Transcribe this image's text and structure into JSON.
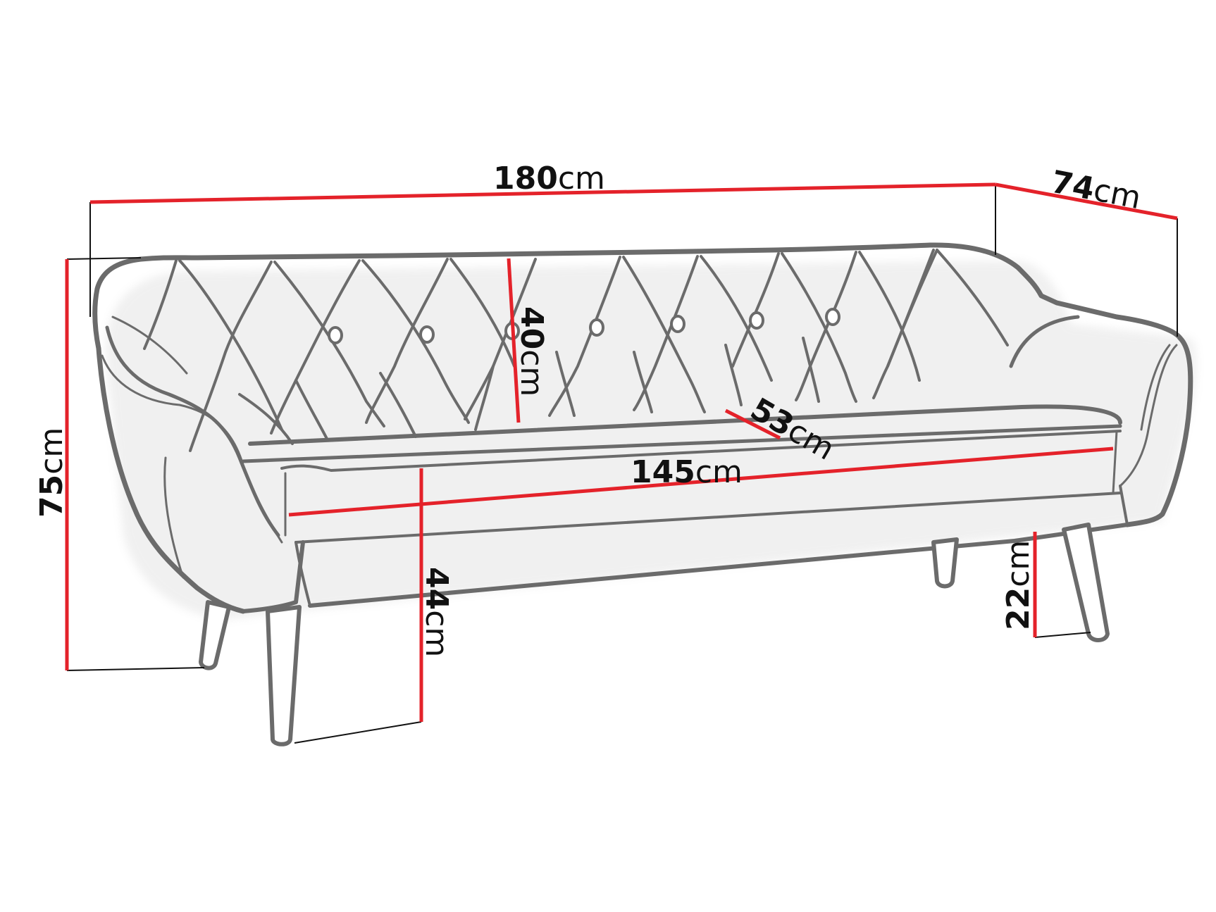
{
  "diagram": {
    "subject": "Tufted 3-seat sofa with dimensions",
    "colors": {
      "dimension_line": "#e4222a",
      "outline": "#6b6b6b",
      "extension_line": "#111111",
      "text": "#111111"
    },
    "dimensions": {
      "total_width": {
        "value": "180",
        "unit": "cm"
      },
      "total_depth": {
        "value": "74",
        "unit": "cm"
      },
      "total_height": {
        "value": "75",
        "unit": "cm"
      },
      "backrest_height": {
        "value": "40",
        "unit": "cm"
      },
      "seat_depth": {
        "value": "53",
        "unit": "cm"
      },
      "seat_width": {
        "value": "145",
        "unit": "cm"
      },
      "seat_height": {
        "value": "44",
        "unit": "cm"
      },
      "leg_height": {
        "value": "22",
        "unit": "cm"
      }
    },
    "buttons_count": 7
  }
}
